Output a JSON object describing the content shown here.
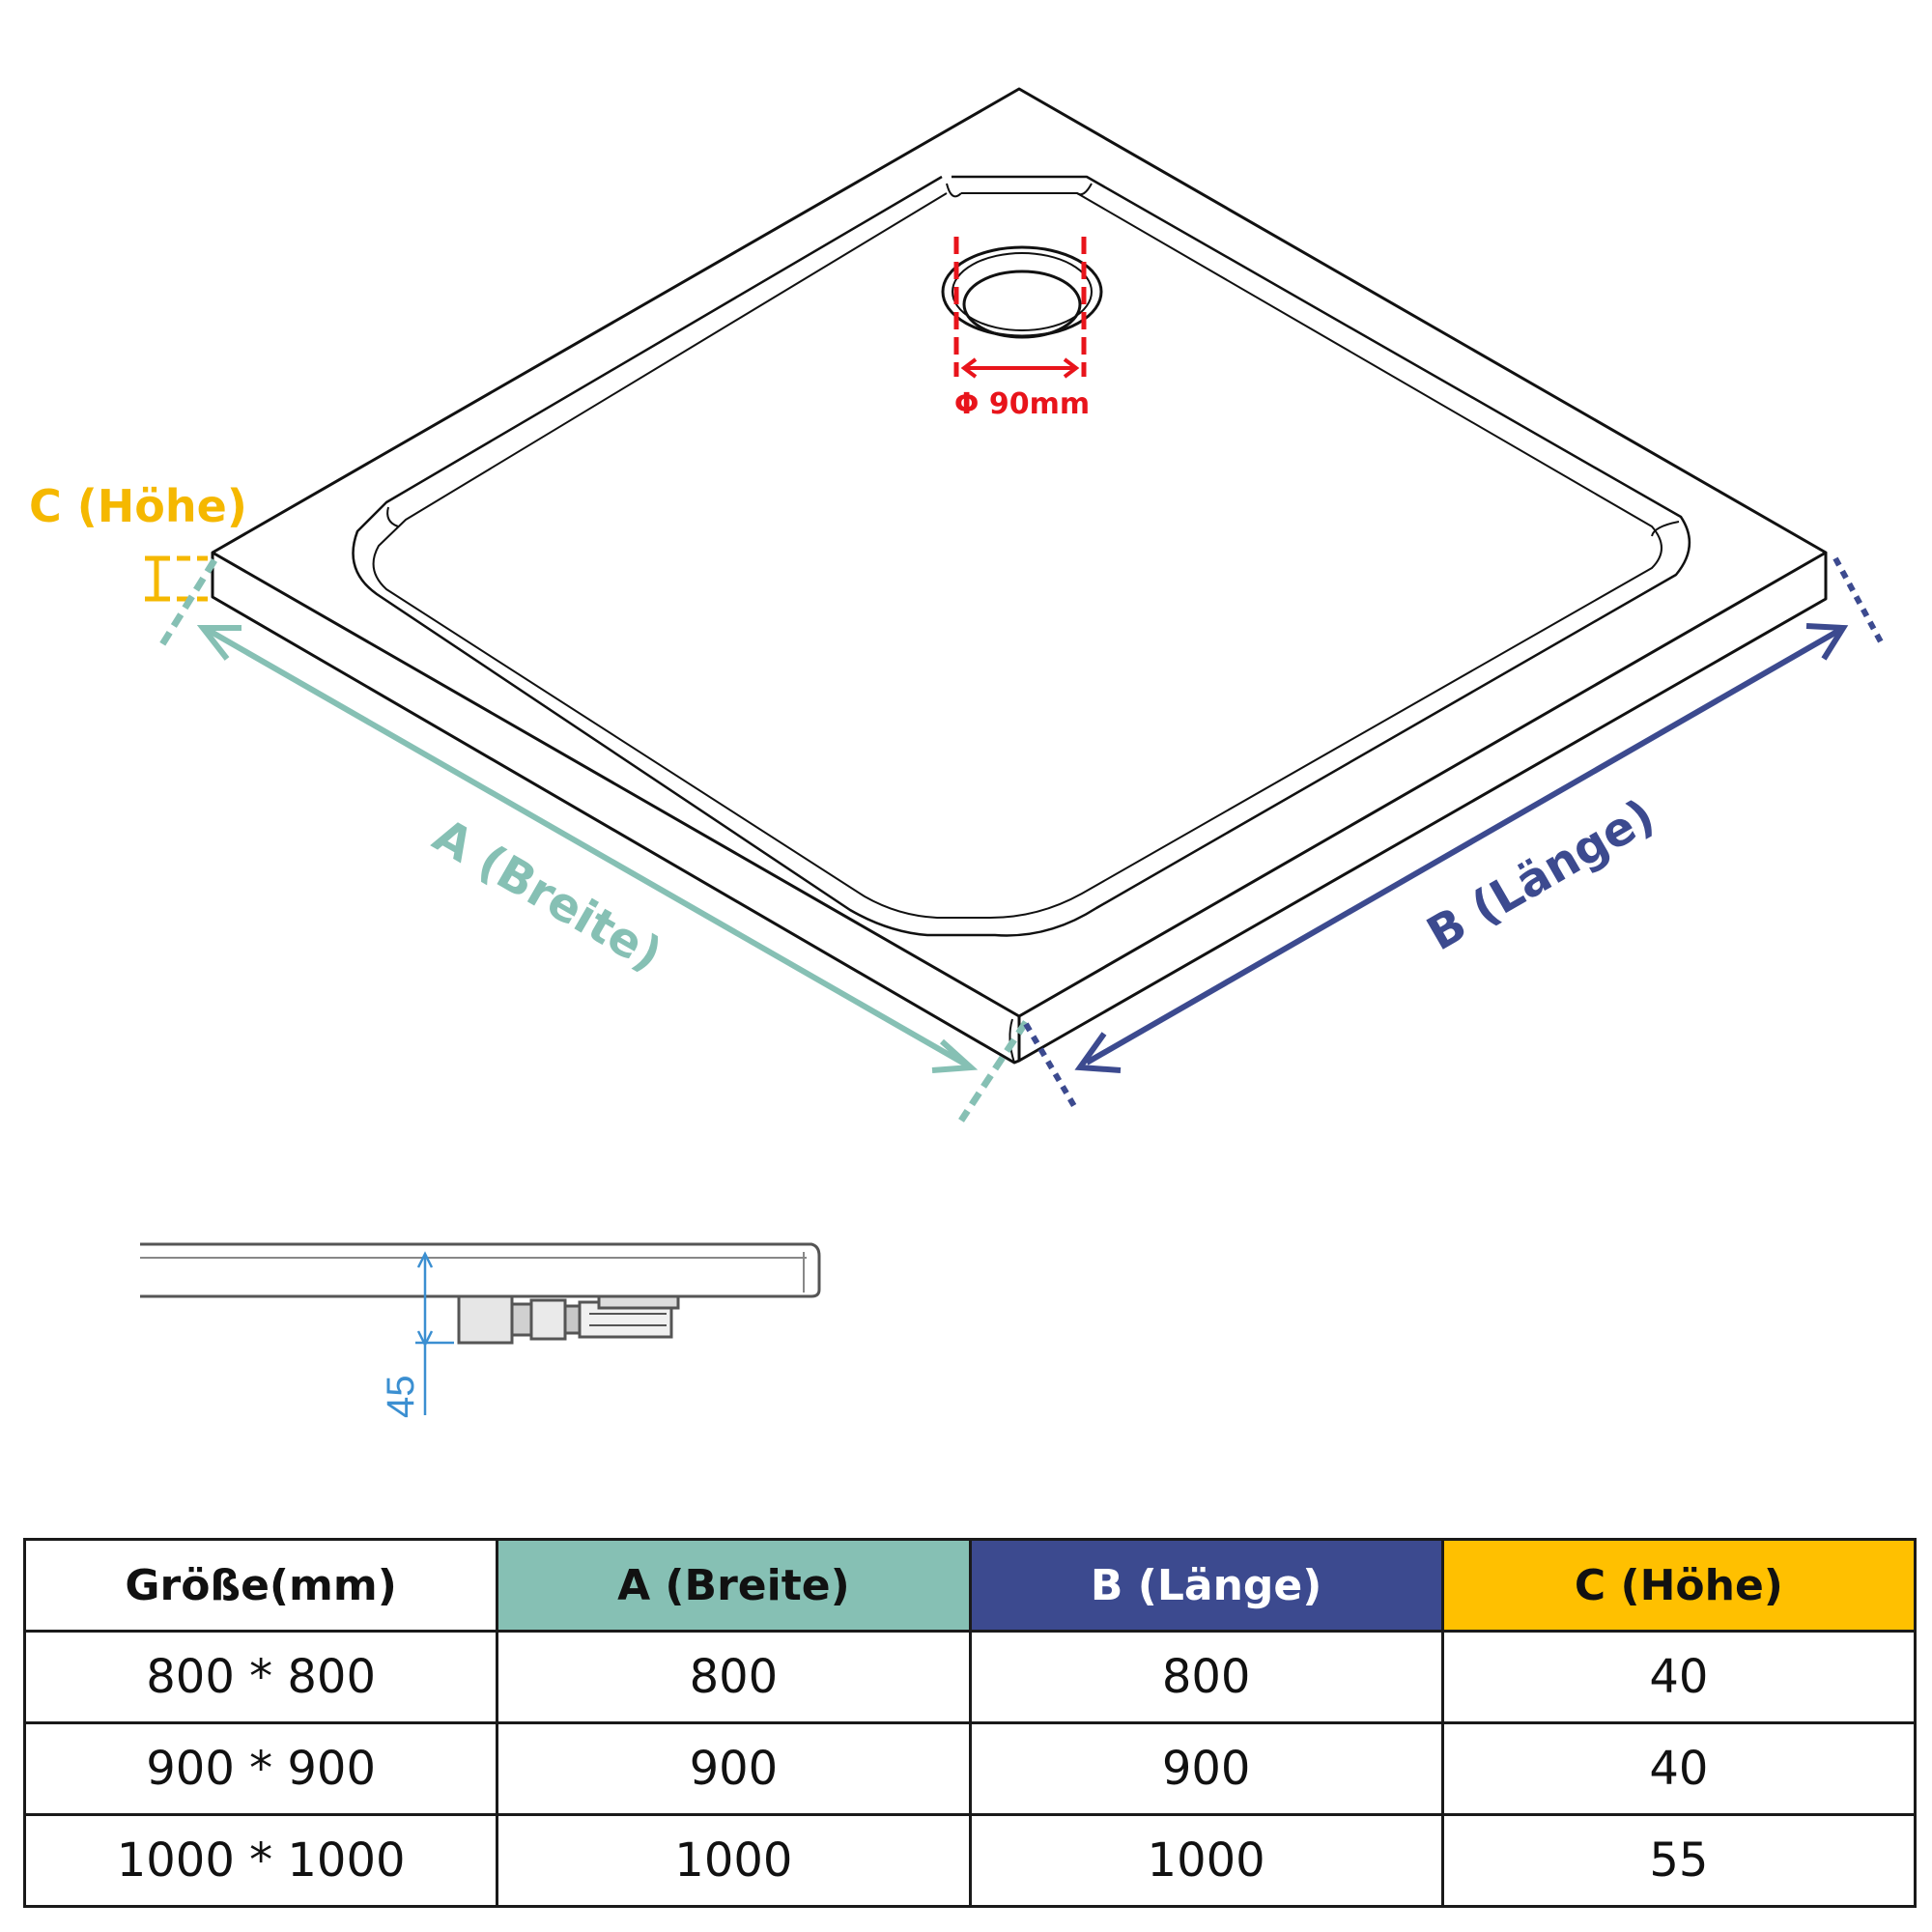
{
  "colors": {
    "outline": "#111111",
    "breite": "#86c0b4",
    "laenge": "#3c4a8f",
    "hoehe": "#f5b800",
    "drain": "#e8141b",
    "section_dim": "#3b8fd1",
    "header_bg": "#ffffff"
  },
  "labels": {
    "drain_diameter": "Φ 90mm",
    "height": "C (Höhe)",
    "width": "A (Breite)",
    "length": "B (Länge)",
    "section_depth": "45"
  },
  "table": {
    "headers": [
      "Größe(mm)",
      "A (Breite)",
      "B (Länge)",
      "C (Höhe)"
    ],
    "rows": [
      [
        "800 * 800",
        "800",
        "800",
        "40"
      ],
      [
        "900 * 900",
        "900",
        "900",
        "40"
      ],
      [
        "1000 * 1000",
        "1000",
        "1000",
        "55"
      ]
    ]
  }
}
